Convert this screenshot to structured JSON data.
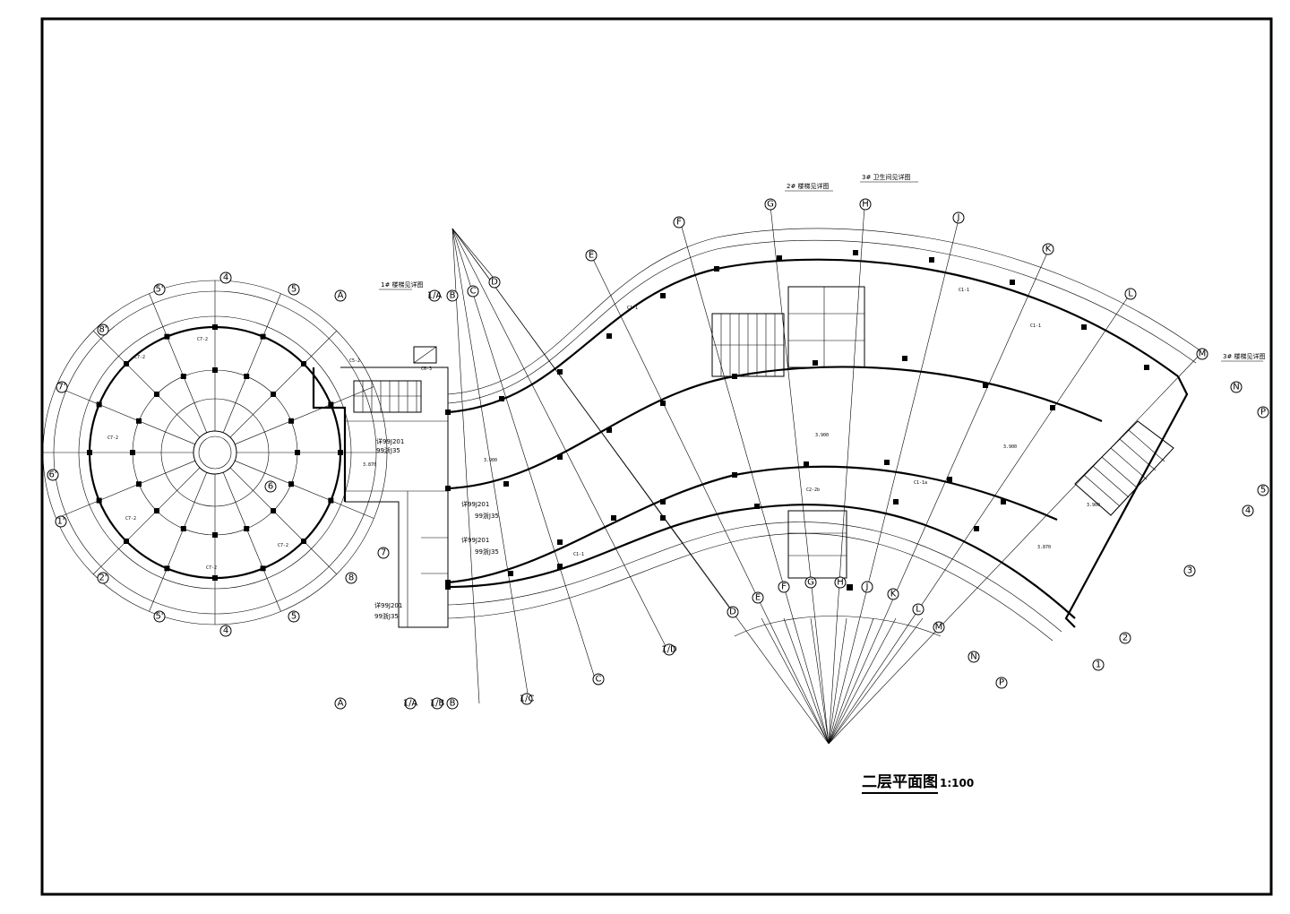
{
  "title": {
    "main": "二层平面图",
    "scale": "1:100"
  },
  "annotations": [
    "1# 楼梯见详图",
    "2# 楼梯见详图",
    "3# 卫生间见详图",
    "3# 楼梯见详图",
    "详99J201",
    "99浙J35",
    "C7-2",
    "C1-1",
    "C1-1a",
    "C2-2b",
    "C5-2",
    "C6-3",
    "3.900",
    "3.870"
  ],
  "grid_axes": {
    "circle": [
      "A",
      "B",
      "C",
      "D",
      "E",
      "F",
      "G",
      "H",
      "J",
      "K",
      "L",
      "M",
      "N",
      "P",
      "1",
      "2",
      "3",
      "4",
      "5",
      "6",
      "7",
      "8",
      "1'",
      "2'",
      "5'",
      "6'",
      "7'",
      "8'",
      "1/A",
      "1/B",
      "1/C",
      "1/D"
    ]
  },
  "colors": {
    "line": "#000000",
    "background": "#ffffff"
  }
}
